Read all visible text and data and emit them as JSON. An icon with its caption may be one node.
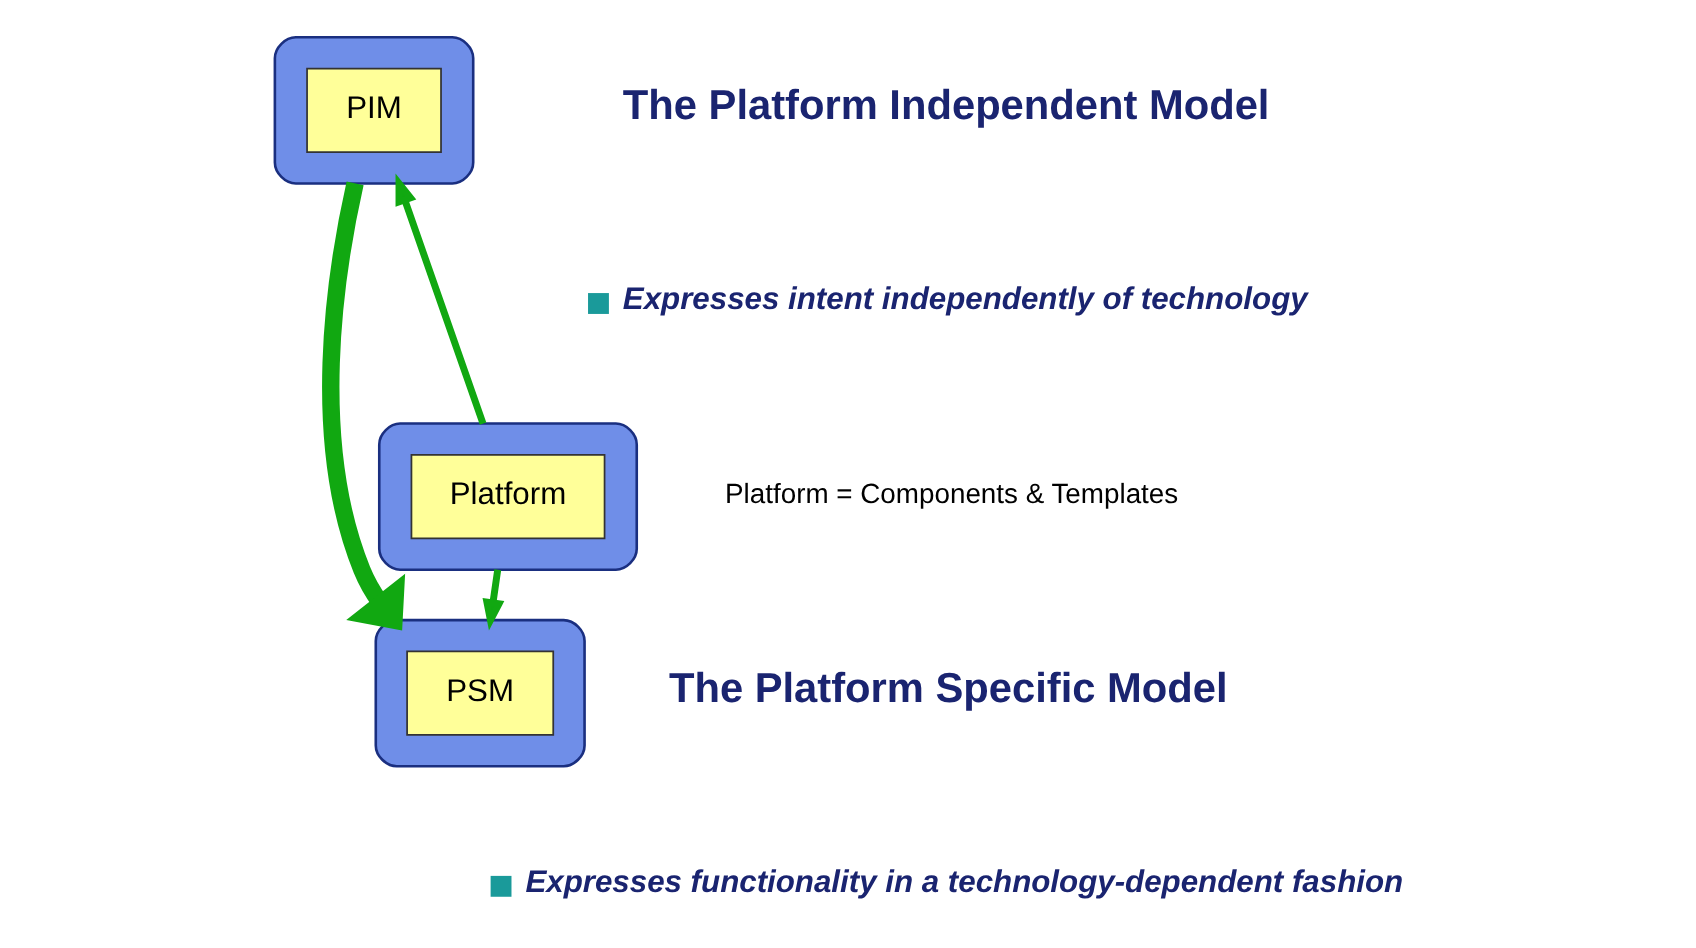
{
  "diagram": {
    "nodes": [
      {
        "text": [],
        "shape": "cylinder"
      },
      {
        "text": [
          "PIM"
        ],
        "in": 0
      },
      {
        "text": [],
        "shape": "cylinder"
      },
      {
        "text": [
          "Platform"
        ],
        "in": 2
      },
      {
        "text": [],
        "shape": "cylinder"
      },
      {
        "text": [
          "PSM"
        ],
        "in": 4
      }
    ],
    "edges": [
      {
        "from": 0,
        "to": 4,
        "arrow": "to",
        "style": "thick"
      },
      {
        "from": 2,
        "to": 0,
        "arrow": "to"
      },
      {
        "from": 2,
        "to": 4,
        "arrow": "to"
      }
    ],
    "labels": [
      "The Platform Independent Model",
      "Expresses intent independently of technology",
      "Platform = Components & Templates",
      "The Platform Specific Model",
      "Expresses functionality in a technology-dependent fashion"
    ]
  }
}
